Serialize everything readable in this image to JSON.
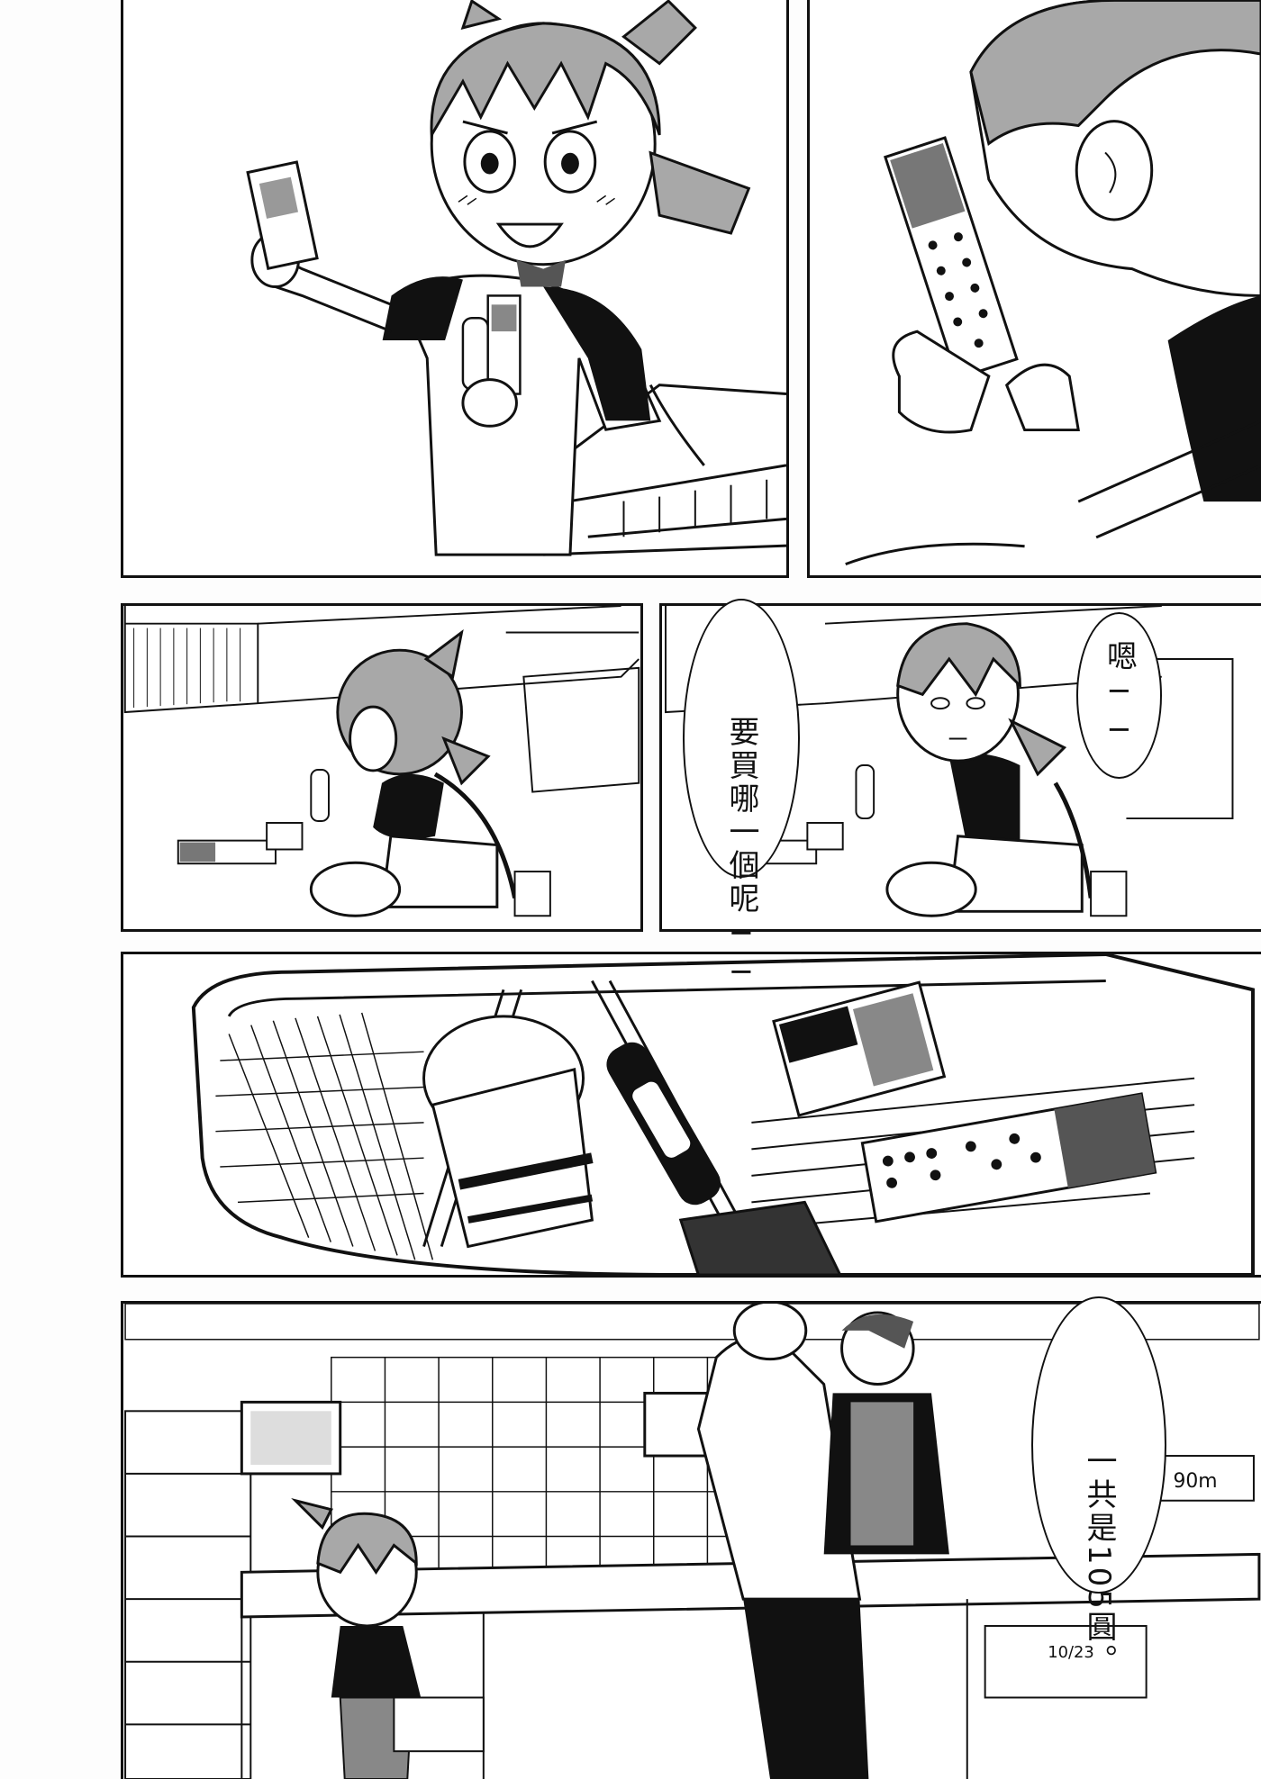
{
  "page": {
    "background": "#ffffff",
    "ink": "#111111",
    "screentone": "#9a9a9a"
  },
  "panels": [
    {
      "id": "p1",
      "scene": "girl-holding-snack"
    },
    {
      "id": "p2",
      "scene": "boy-holding-snack"
    },
    {
      "id": "p3",
      "scene": "girl-crouching-head-in-hands"
    },
    {
      "id": "p4",
      "scene": "girl-crouching-thinking"
    },
    {
      "id": "p5",
      "scene": "basket-with-snacks"
    },
    {
      "id": "p6",
      "scene": "checkout-counter"
    }
  ],
  "dialogue": {
    "p4_left_col1": "要買哪一個",
    "p4_left_col2": "呢──",
    "p4_right": "嗯──",
    "p6_col1": "一共是",
    "p6_col2": "105",
    "p6_col3": "圓。"
  },
  "signs": {
    "date": "10/23",
    "price": "90m"
  }
}
